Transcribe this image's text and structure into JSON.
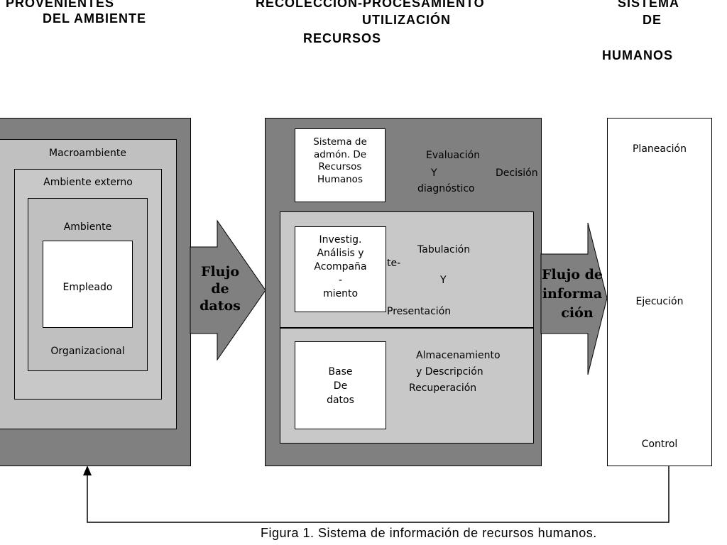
{
  "headers": {
    "left_line1": "PROVENIENTES",
    "left_line2": "DEL AMBIENTE",
    "center_line1": "RECOLECCION-PROCESAMIENTO",
    "center_line2": "UTILIZACIÓN",
    "center_line3": "RECURSOS",
    "right_line1": "SISTEMA",
    "right_line2": "DE",
    "right_line3": "HUMANOS"
  },
  "environment": {
    "macro": "Macroambiente",
    "external": "Ambiente externo",
    "ambiente": "Ambiente",
    "employee": "Empleado",
    "organizational": "Organizacional"
  },
  "arrow_left": {
    "line1": "Flujo",
    "line2": "de",
    "line3": "datos"
  },
  "center": {
    "system_box": {
      "line1": "Sistema de",
      "line2": "admón. De",
      "line3": "Recursos",
      "line4": "Humanos"
    },
    "eval": {
      "line1": "Evaluación",
      "line2a": "Y",
      "line2b": "Decisión",
      "line3": "diagnóstico"
    },
    "research_box": {
      "line1": "Investig.",
      "line2": "Análisis y",
      "line3": "Acompaña",
      "line4": "-",
      "line5": "miento"
    },
    "te_fragment": "te-",
    "tabulation": {
      "line1": "Tabulación",
      "line2": "Y",
      "line3": "Presentación"
    },
    "db_box": {
      "line1": "Base",
      "line2": "De",
      "line3": "datos"
    },
    "storage": {
      "line1": "Almacenamiento",
      "line2": "y  Descripción",
      "line3": "Recuperación"
    }
  },
  "arrow_right": {
    "line1": "Flujo de",
    "line2": "informa",
    "line3": "ción"
  },
  "right_panel": {
    "top": "Planeación",
    "middle": "Ejecución",
    "bottom": "Control"
  },
  "caption": "Figura 1. Sistema de información de recursos humanos."
}
